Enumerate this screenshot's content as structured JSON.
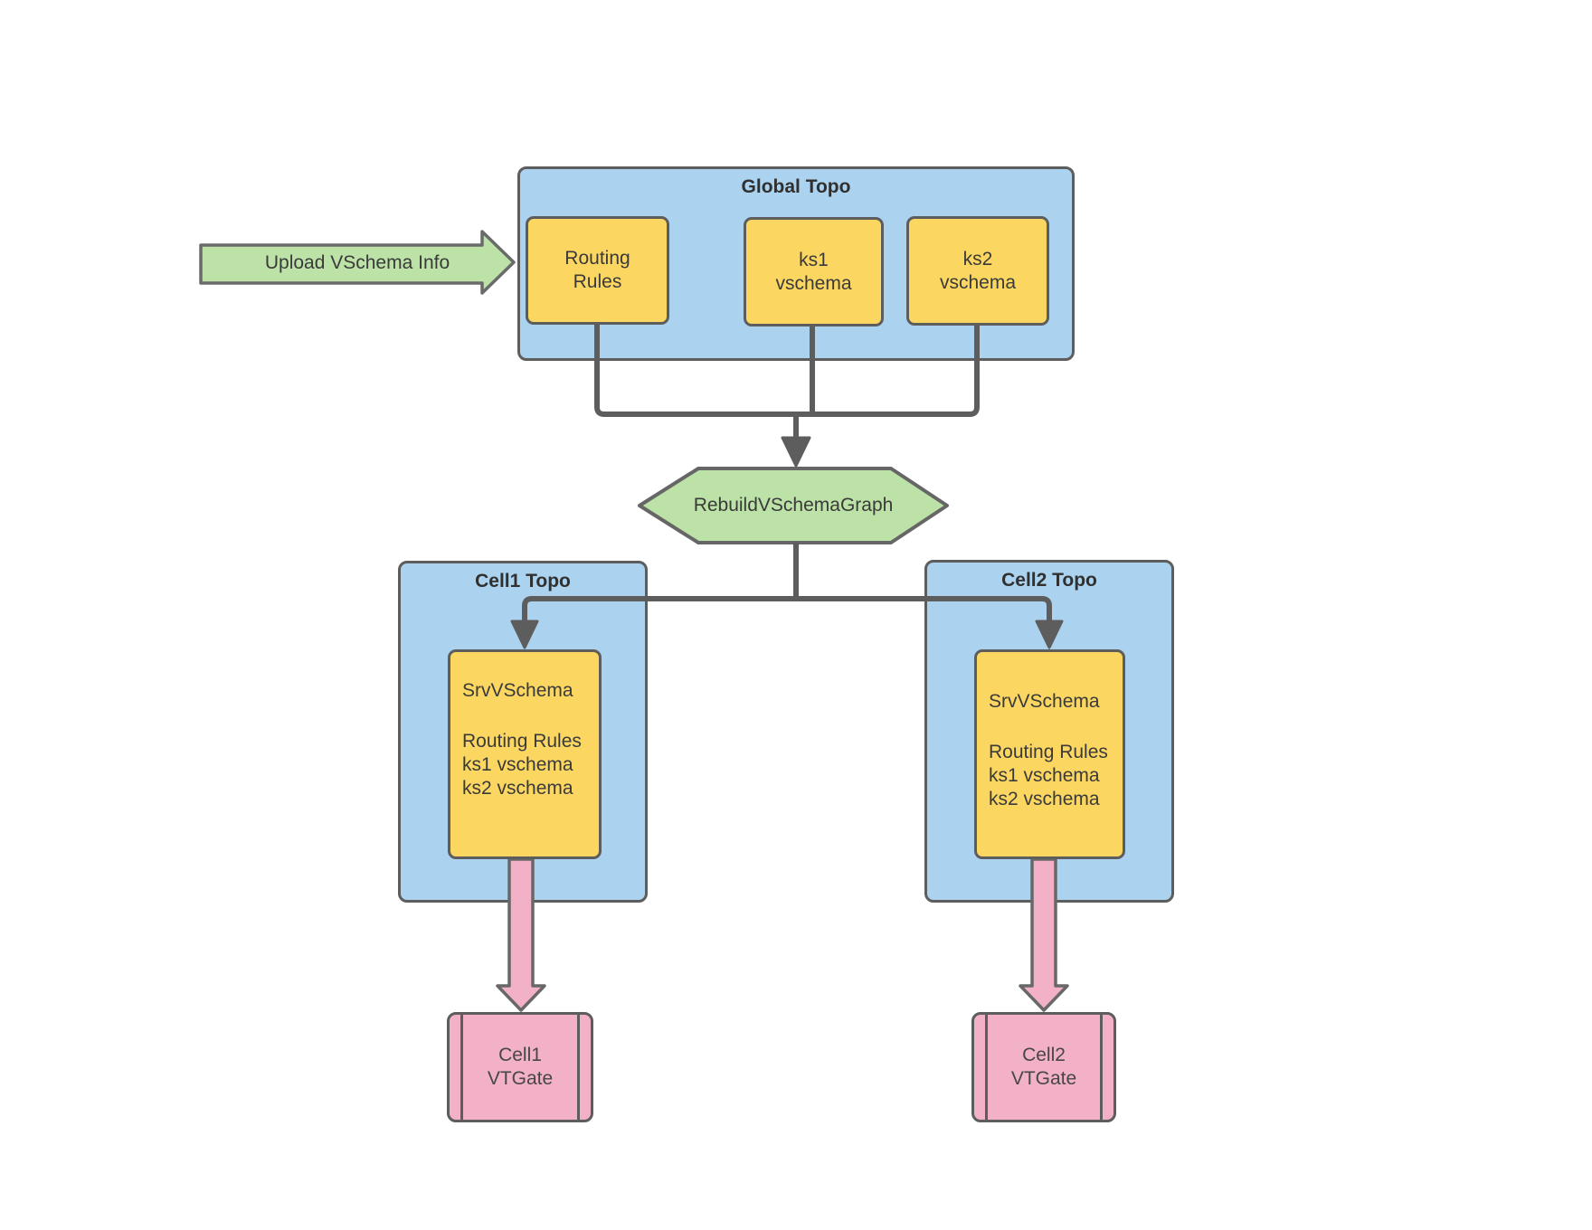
{
  "colors": {
    "topo_fill": "#ABD2EE",
    "node_fill": "#FBD762",
    "green_fill": "#BCE2A7",
    "pink_fill": "#F2B1C7",
    "line": "#5D5D5D",
    "text": "#3A3A3A"
  },
  "upload_arrow": {
    "label": "Upload VSchema Info"
  },
  "global_topo": {
    "title": "Global Topo",
    "routing_rules": "Routing\nRules",
    "ks1": "ks1\nvschema",
    "ks2": "ks2\nvschema"
  },
  "rebuild_step": {
    "label": "RebuildVSchemaGraph"
  },
  "cell1": {
    "title": "Cell1 Topo",
    "srv_vschema": {
      "heading": "SrvVSchema",
      "contents": "Routing Rules\nks1 vschema\nks2 vschema"
    },
    "vtgate": "Cell1\nVTGate"
  },
  "cell2": {
    "title": "Cell2 Topo",
    "srv_vschema": {
      "heading": "SrvVSchema",
      "contents": "Routing Rules\nks1 vschema\nks2 vschema"
    },
    "vtgate": "Cell2\nVTGate"
  }
}
